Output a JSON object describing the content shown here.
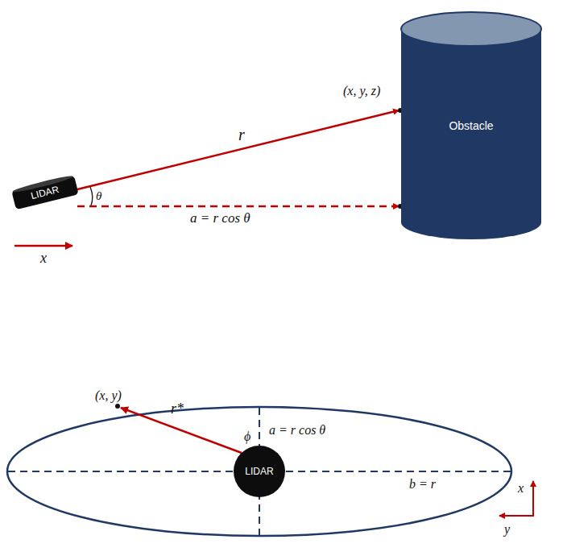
{
  "diagram": {
    "nodes": [
      {
        "text": [
          "LIDAR"
        ]
      },
      {
        "text": [
          "Obstacle"
        ]
      },
      {
        "text": [
          "LIDAR"
        ]
      }
    ],
    "edges": [
      {
        "from": 0,
        "to": 1,
        "arrow": "to",
        "label": "r"
      },
      {
        "from": 0,
        "to": 1,
        "arrow": "to",
        "label": "a = r cos θ"
      }
    ],
    "labels": [
      "(x, y, z)",
      "θ",
      "x",
      "(x, y)",
      "r*",
      "ϕ",
      "a = r cos θ",
      "b = r",
      "x",
      "y"
    ]
  }
}
